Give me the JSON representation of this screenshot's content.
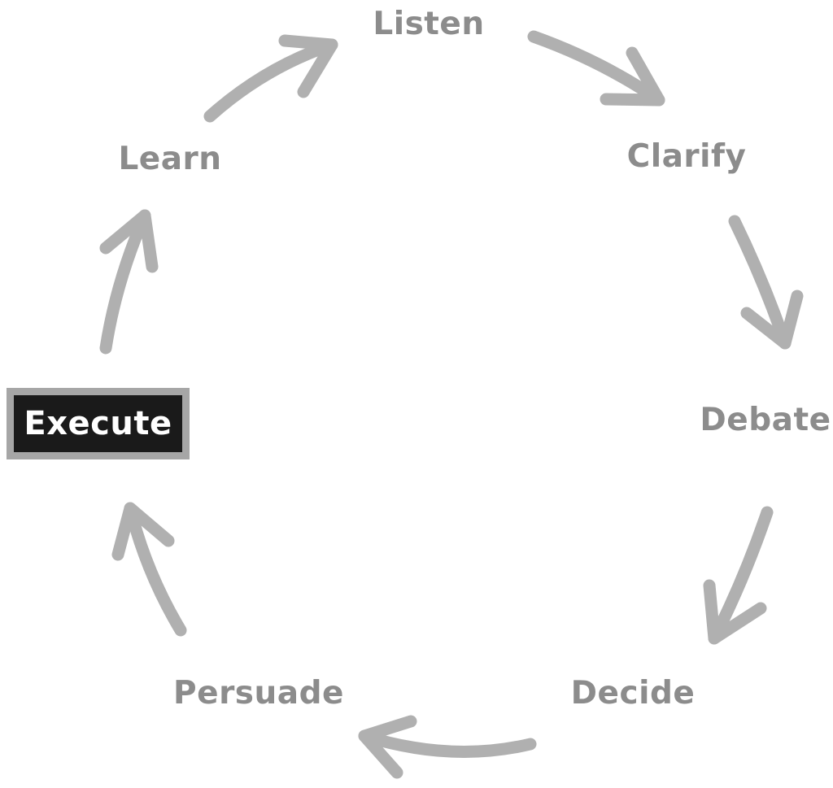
{
  "colors": {
    "label": "#8c8c8c",
    "arrow": "#b0b0b0",
    "highlight_bg": "#1a1a1a",
    "highlight_border": "#a6a6a6",
    "highlight_text": "#ffffff"
  },
  "cycle": {
    "steps": [
      {
        "label": "Listen"
      },
      {
        "label": "Clarify"
      },
      {
        "label": "Debate"
      },
      {
        "label": "Decide"
      },
      {
        "label": "Persuade"
      },
      {
        "label": "Execute",
        "highlighted": true
      },
      {
        "label": "Learn"
      }
    ]
  }
}
